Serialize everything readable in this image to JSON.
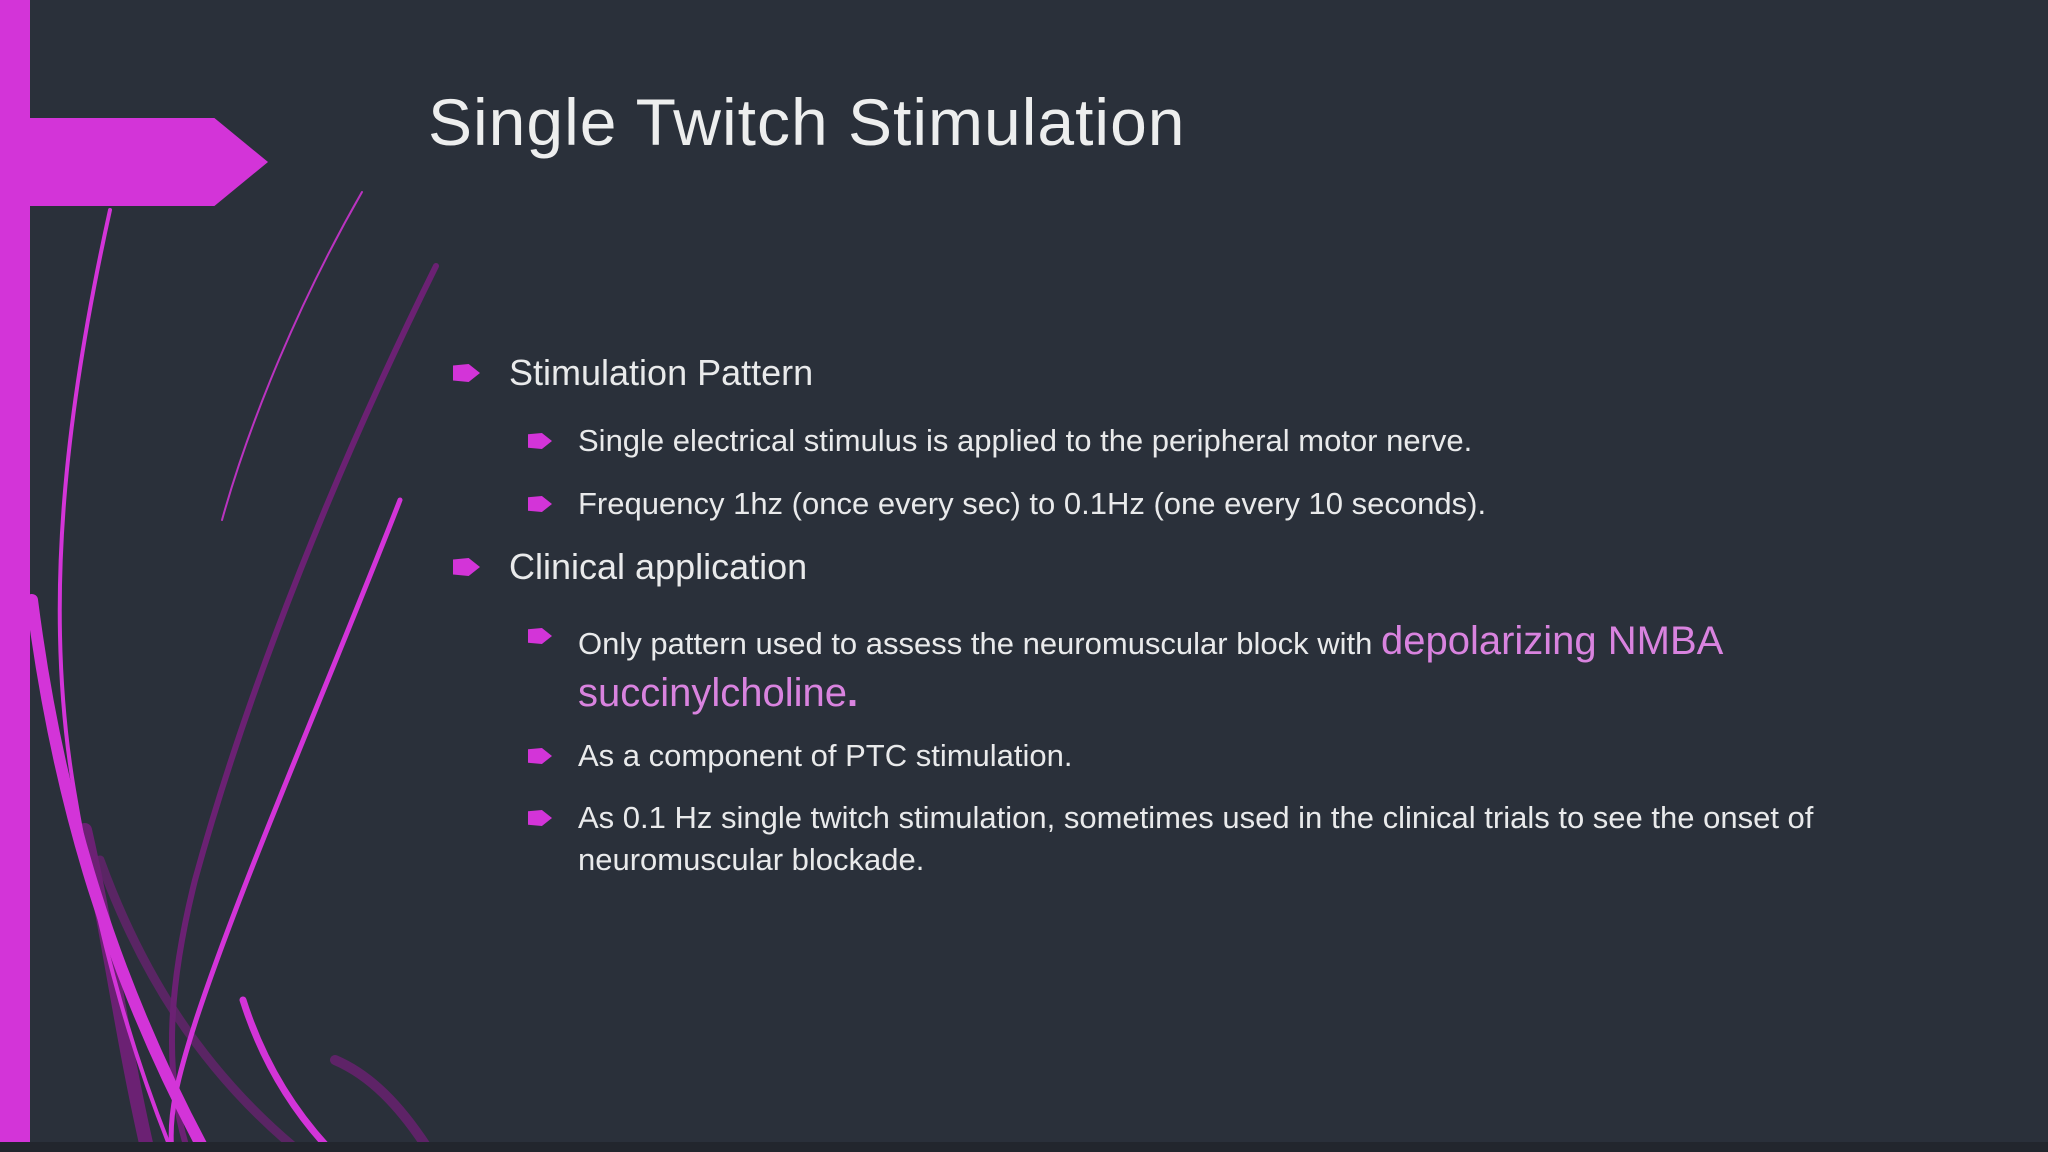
{
  "slide": {
    "title": "Single Twitch Stimulation",
    "colors": {
      "background": "#2a303a",
      "accent": "#d334d8",
      "accent_dark": "#6b2173",
      "title_text": "#edeeee",
      "body_text": "#e9eaeb",
      "highlight_text": "#d983df",
      "strip": "#22262d"
    },
    "bullets": [
      {
        "level": 1,
        "label": "Stimulation Pattern"
      },
      {
        "level": 2,
        "label": "Single electrical stimulus is applied to the peripheral motor nerve."
      },
      {
        "level": 2,
        "label": "Frequency 1hz (once every sec) to 0.1Hz (one every 10 seconds)."
      },
      {
        "level": 1,
        "label": "Clinical application"
      },
      {
        "level": 2,
        "prefix": "Only pattern used to assess the neuromuscular block with ",
        "highlight": "depolarizing NMBA succinylcholine",
        "suffix": "."
      },
      {
        "level": 2,
        "label": "As a component of PTC stimulation."
      },
      {
        "level": 2,
        "label": "As 0.1 Hz single twitch stimulation, sometimes used in the clinical trials to see the onset of neuromuscular blockade."
      }
    ]
  }
}
